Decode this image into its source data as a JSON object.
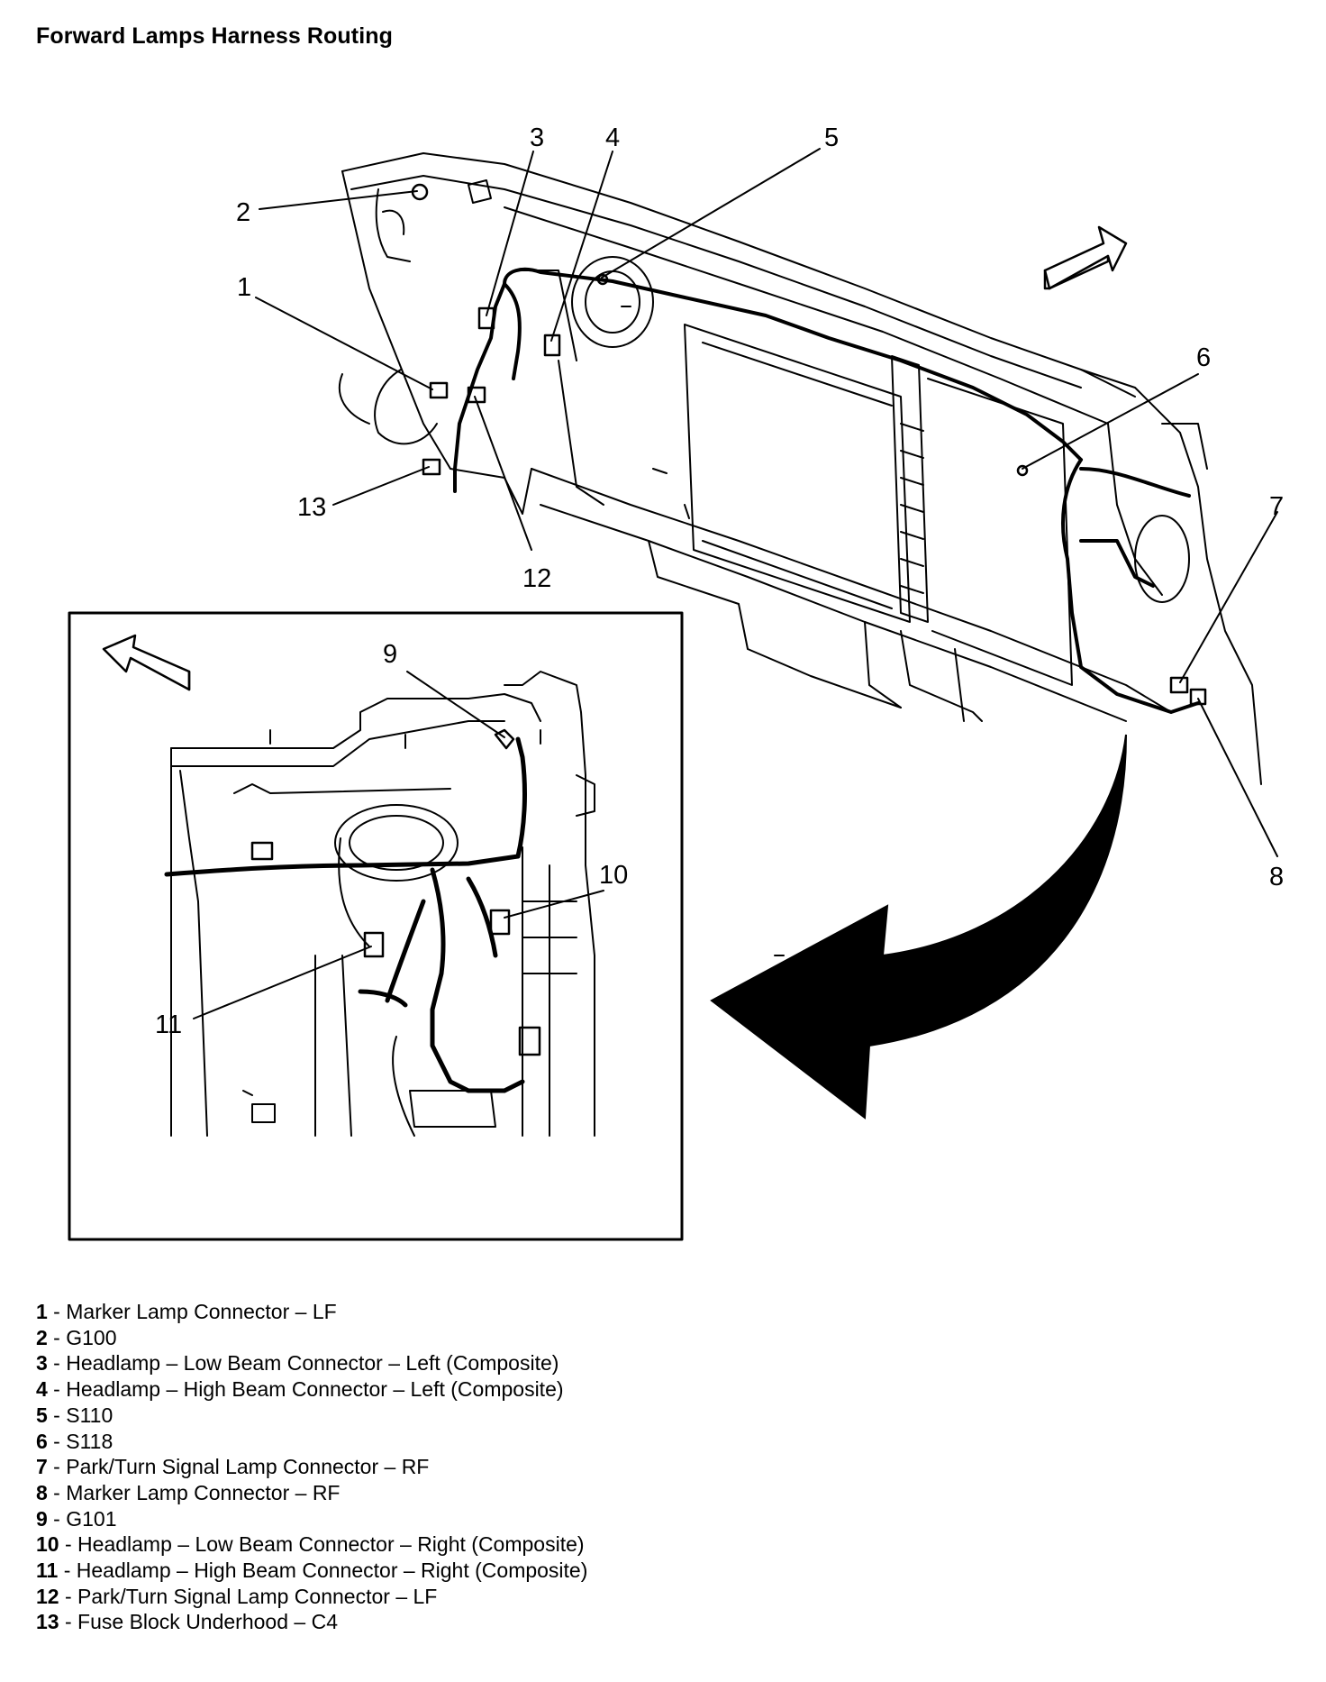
{
  "title": "Forward Lamps Harness Routing",
  "callouts": {
    "c1": "1",
    "c2": "2",
    "c3": "3",
    "c4": "4",
    "c5": "5",
    "c6": "6",
    "c7": "7",
    "c8": "8",
    "c9": "9",
    "c10": "10",
    "c11": "11",
    "c12": "12",
    "c13": "13"
  },
  "legend": [
    {
      "num": "1",
      "sep": " - ",
      "text": "Marker Lamp Connector – LF"
    },
    {
      "num": "2",
      "sep": " - ",
      "text": "G100"
    },
    {
      "num": "3",
      "sep": " - ",
      "text": "Headlamp – Low Beam Connector – Left (Composite)"
    },
    {
      "num": "4",
      "sep": " - ",
      "text": "Headlamp – High Beam Connector – Left (Composite)"
    },
    {
      "num": "5",
      "sep": " - ",
      "text": "S110"
    },
    {
      "num": "6",
      "sep": " - ",
      "text": "S118"
    },
    {
      "num": "7",
      "sep": " - ",
      "text": "Park/Turn Signal Lamp Connector – RF"
    },
    {
      "num": "8",
      "sep": " - ",
      "text": "Marker Lamp Connector – RF"
    },
    {
      "num": "9",
      "sep": " - ",
      "text": "G101"
    },
    {
      "num": "10",
      "sep": " - ",
      "text": "Headlamp – Low Beam Connector – Right (Composite)"
    },
    {
      "num": "11",
      "sep": " - ",
      "text": "Headlamp – High Beam Connector – Right (Composite)"
    },
    {
      "num": "12",
      "sep": " - ",
      "text": "Park/Turn Signal Lamp Connector – LF"
    },
    {
      "num": "13",
      "sep": " - ",
      "text": "Fuse Block Underhood – C4"
    }
  ]
}
